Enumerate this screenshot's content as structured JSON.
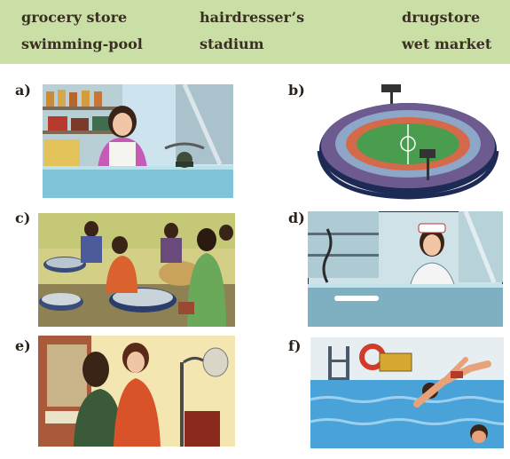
{
  "word_box": {
    "words": [
      "grocery store",
      "hairdresser’s",
      "drugstore",
      "swimming-pool",
      "stadium",
      "wet market"
    ]
  },
  "pictures": [
    {
      "letter": "a)"
    },
    {
      "letter": "b)"
    },
    {
      "letter": "c)"
    },
    {
      "letter": "d)"
    },
    {
      "letter": "e)"
    },
    {
      "letter": "f)"
    }
  ]
}
